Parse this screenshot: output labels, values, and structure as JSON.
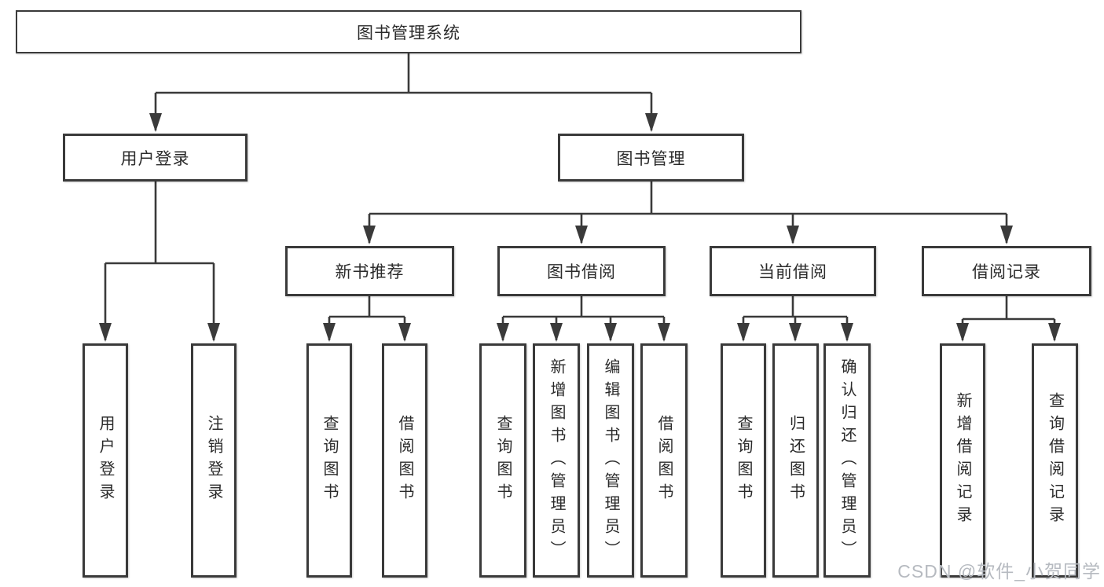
{
  "diagram": {
    "title": "图书管理系统",
    "root": {
      "label": "图书管理系统"
    },
    "branches": [
      {
        "label": "用户登录",
        "children": [
          {
            "label": "用户登录"
          },
          {
            "label": "注销登录"
          }
        ]
      },
      {
        "label": "图书管理",
        "sections": [
          {
            "label": "新书推荐",
            "children": [
              {
                "label": "查询图书"
              },
              {
                "label": "借阅图书"
              }
            ]
          },
          {
            "label": "图书借阅",
            "children": [
              {
                "label": "查询图书"
              },
              {
                "label": "新增图书（管理员）"
              },
              {
                "label": "编辑图书（管理员）"
              },
              {
                "label": "借阅图书"
              }
            ]
          },
          {
            "label": "当前借阅",
            "children": [
              {
                "label": "查询图书"
              },
              {
                "label": "归还图书"
              },
              {
                "label": "确认归还（管理员）"
              }
            ]
          },
          {
            "label": "借阅记录",
            "children": [
              {
                "label": "新增借阅记录"
              },
              {
                "label": "查询借阅记录"
              }
            ]
          }
        ]
      }
    ]
  },
  "watermark": {
    "text": "CSDN @软件_小贺同学"
  },
  "colors": {
    "line": "#3a3a3a",
    "box_border": "#3a3a3a",
    "text": "#2b2b2b",
    "watermark": "#b6bac0",
    "background": "#ffffff"
  }
}
